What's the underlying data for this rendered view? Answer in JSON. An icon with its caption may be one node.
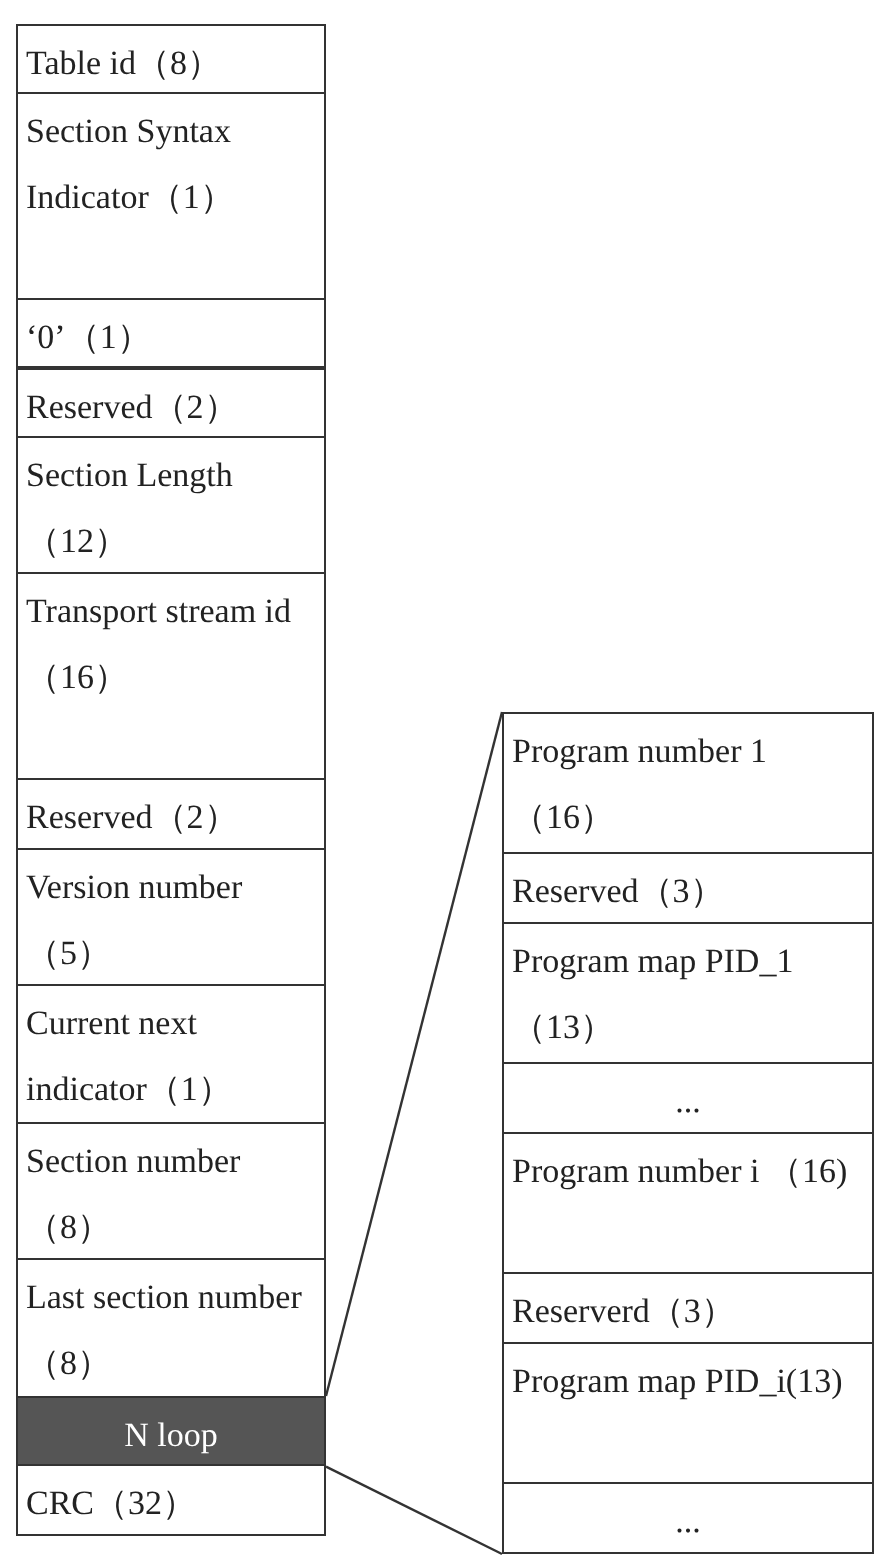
{
  "diagram": {
    "nodes": [
      {
        "text": [
          "Table id（8）"
        ]
      },
      {
        "text": [
          "Section Syntax Indicator（1）"
        ]
      },
      {
        "text": [
          "‘0’（1）"
        ]
      },
      {
        "text": [
          "Reserved（2）"
        ]
      },
      {
        "text": [
          "Section Length（12）"
        ]
      },
      {
        "text": [
          "Transport stream id （16）"
        ]
      },
      {
        "text": [
          "Reserved（2）"
        ]
      },
      {
        "text": [
          "Version number（5）"
        ]
      },
      {
        "text": [
          "Current next indicator（1）"
        ]
      },
      {
        "text": [
          "Section number（8）"
        ]
      },
      {
        "text": [
          "Last section number（8）"
        ]
      },
      {
        "text": [
          "N loop"
        ]
      },
      {
        "text": [
          "CRC（32）"
        ]
      },
      {
        "text": [
          "Program number 1（16）"
        ]
      },
      {
        "text": [
          "Reserved（3）"
        ]
      },
      {
        "text": [
          "Program map PID_1（13）"
        ]
      },
      {
        "text": [
          "..."
        ]
      },
      {
        "text": [
          "Program number i （16)"
        ]
      },
      {
        "text": [
          "Reserverd（3）"
        ]
      },
      {
        "text": [
          "Program map PID_i(13)"
        ]
      },
      {
        "text": [
          "..."
        ]
      }
    ],
    "edges": [
      {
        "from": 11,
        "to": 13,
        "arrow": "none"
      },
      {
        "from": 11,
        "to": 20,
        "arrow": "none"
      }
    ]
  }
}
